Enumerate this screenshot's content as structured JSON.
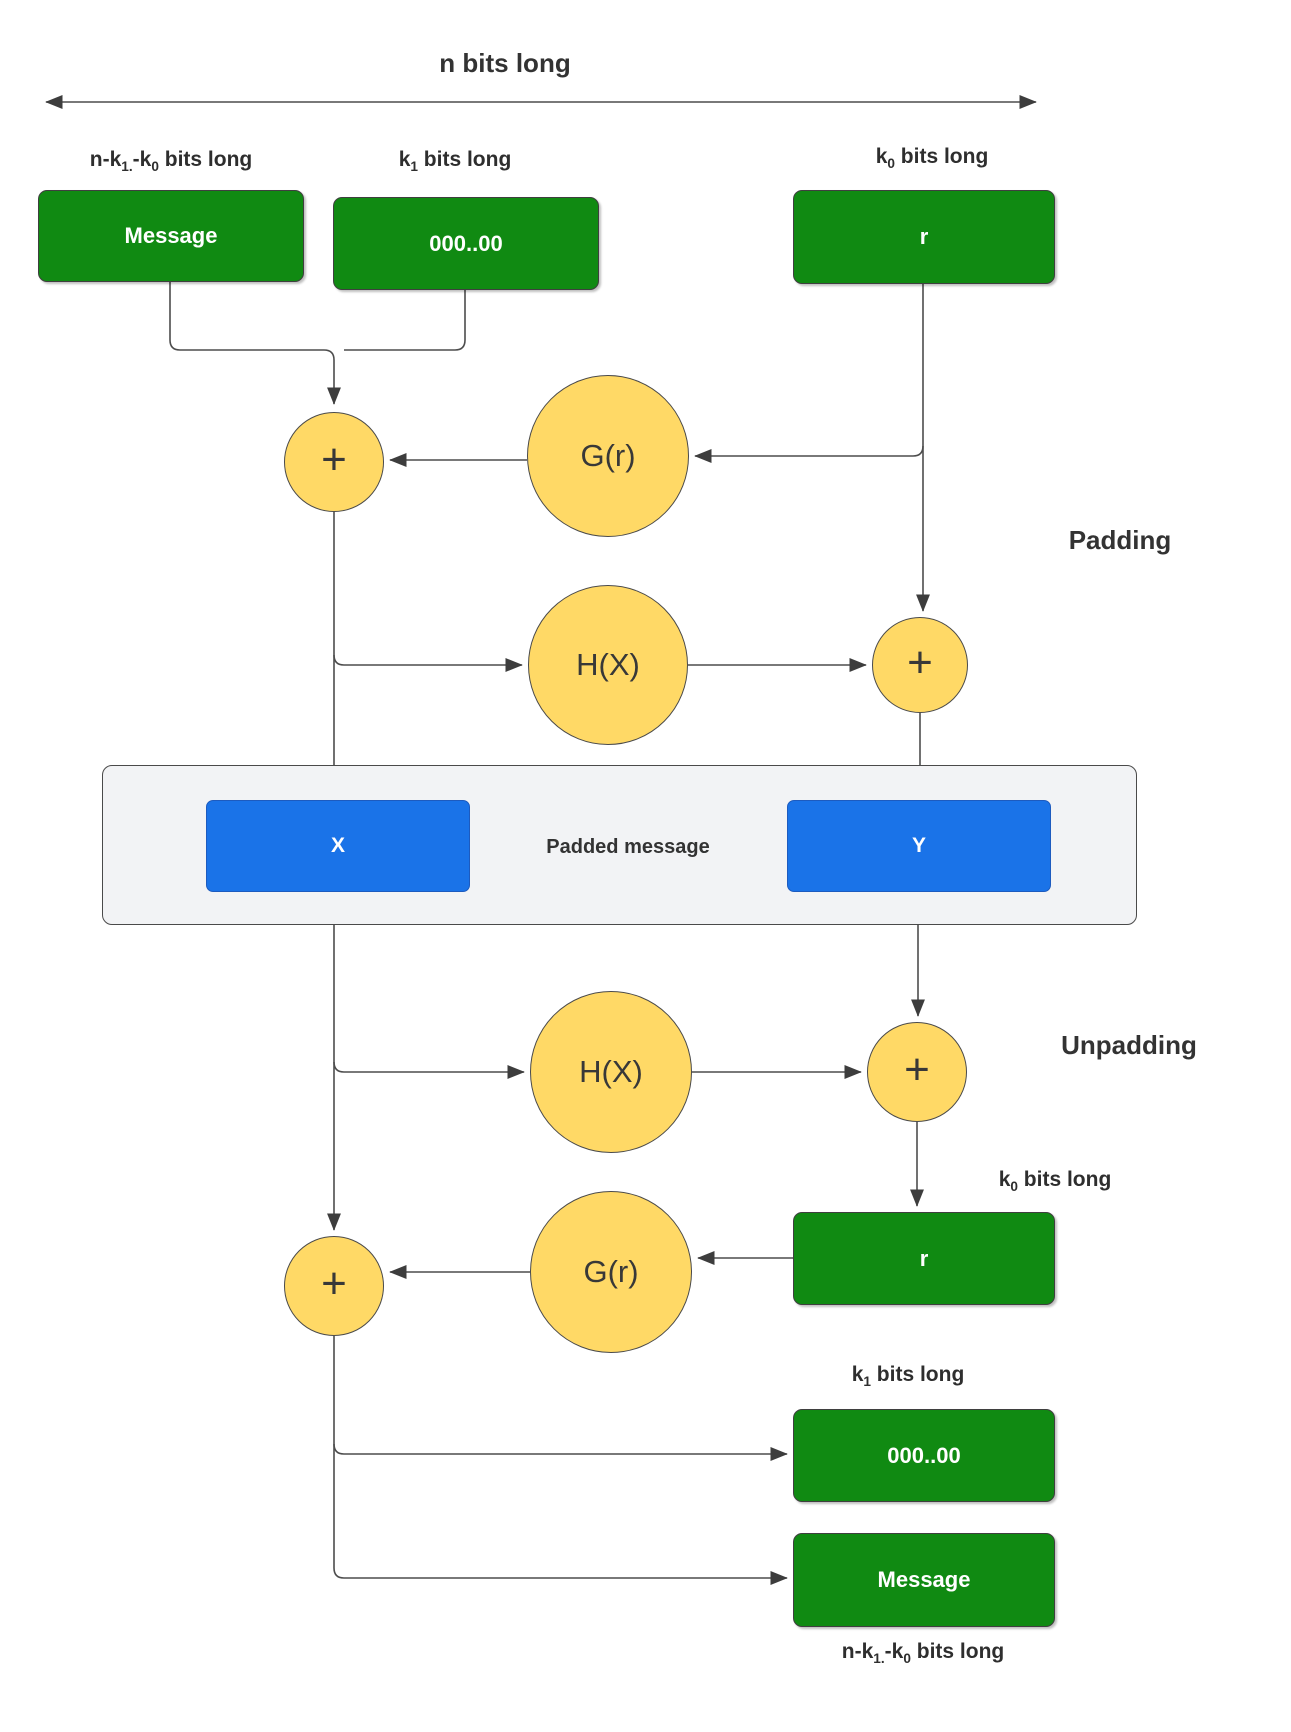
{
  "title": "n bits long",
  "section_labels": {
    "padding": "Padding",
    "unpadding": "Unpadding"
  },
  "bit_labels": {
    "top_message": {
      "pre": "n-k",
      "sub1": "1.",
      "mid": "-k",
      "sub2": "0",
      "post": " bits long"
    },
    "top_zeros": {
      "pre": "k",
      "sub1": "1",
      "post": " bits long"
    },
    "top_r": {
      "pre": "k",
      "sub1": "0",
      "post": " bits long"
    },
    "bottom_r": {
      "pre": "k",
      "sub1": "0",
      "post": " bits long"
    },
    "bottom_zeros": {
      "pre": "k",
      "sub1": "1",
      "post": " bits long"
    },
    "bottom_message": {
      "pre": "n-k",
      "sub1": "1.",
      "mid": "-k",
      "sub2": "0",
      "post": " bits long"
    }
  },
  "nodes": {
    "message_top": "Message",
    "zeros_top": "000..00",
    "r_top": "r",
    "xor": "+",
    "g_func": "G(r)",
    "h_func": "H(X)",
    "x_block": "X",
    "y_block": "Y",
    "padded_message": "Padded message",
    "r_bottom": "r",
    "zeros_bottom": "000..00",
    "message_bottom": "Message"
  },
  "colors": {
    "box_green": "#108A12",
    "box_blue": "#1A73E8",
    "circle_yellow": "#FFD966",
    "container_gray": "#F2F3F5",
    "line": "#4D4D4D",
    "text_dark": "#333333",
    "text_white": "#FFFFFF"
  }
}
